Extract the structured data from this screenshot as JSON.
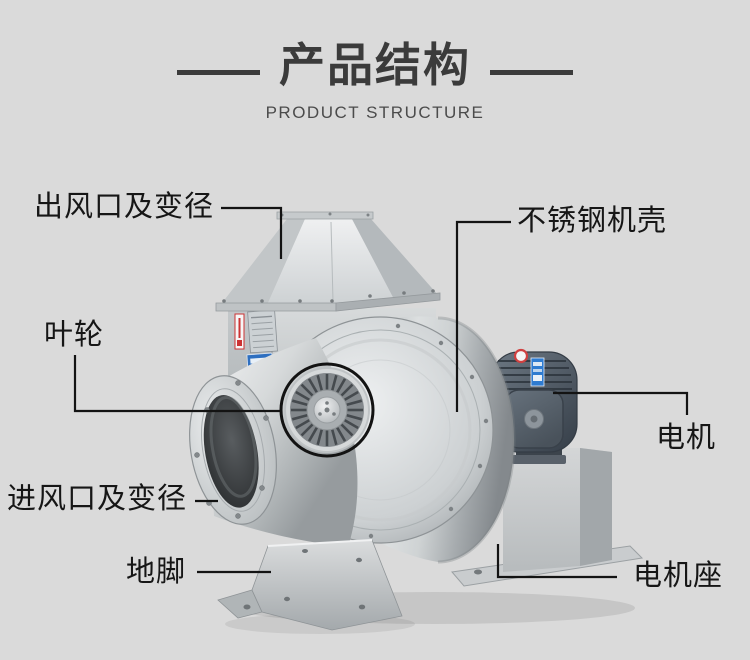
{
  "header": {
    "title": "产品结构",
    "subtitle": "PRODUCT STRUCTURE"
  },
  "labels": {
    "outlet": "出风口及变径",
    "casing": "不锈钢机壳",
    "impeller": "叶轮",
    "motor": "电机",
    "inlet": "进风口及变径",
    "foot": "地脚",
    "motor_base": "电机座"
  },
  "colors": {
    "background": "#dadada",
    "title_text": "#3b3b3b",
    "subtitle_text": "#4b4b4b",
    "label_text": "#161616",
    "connector_line": "#131313",
    "steel_light": "#eef0f1",
    "steel_mid": "#c5c9cb",
    "steel_dark": "#8f9497",
    "motor_body": "#4a545e",
    "sticker_blue": "#2e7bd0",
    "sticker_red": "#cc3333"
  }
}
